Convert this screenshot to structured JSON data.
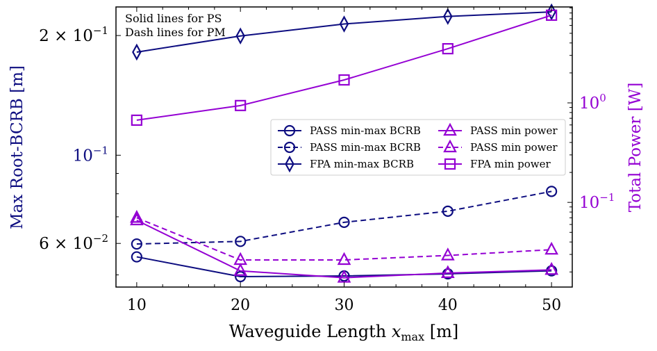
{
  "chart_data": {
    "type": "line",
    "notes": [
      "Solid lines for PS",
      "Dash lines for PM"
    ],
    "xlabel": "Waveguide Length x_max [m]",
    "xlabel_main": "Waveguide Length ",
    "xlabel_var": "x",
    "xlabel_sub": "max",
    "xlabel_unit": " [m]",
    "ylabel_left": "Max Root-BCRB [m]",
    "ylabel_right": "Total Power [W]",
    "x": [
      10,
      20,
      30,
      40,
      50
    ],
    "xlim": [
      8,
      52
    ],
    "ylim_left": [
      0.0466,
      0.236
    ],
    "ylim_right": [
      0.0141,
      9.2
    ],
    "yscale_left": "log",
    "yscale_right": "log",
    "xticks": [
      10,
      20,
      30,
      40,
      50
    ],
    "yticks_left": [
      {
        "value": 0.2,
        "base": "2 × 10",
        "exp": "−1"
      },
      {
        "value": 0.1,
        "base": "10",
        "exp": "−1"
      },
      {
        "value": 0.06,
        "base": "6 × 10",
        "exp": "−2"
      }
    ],
    "yticks_right": [
      {
        "value": 1.0,
        "base": "10",
        "exp": "0"
      },
      {
        "value": 0.1,
        "base": "10",
        "exp": "−1"
      }
    ],
    "colors": {
      "bcrb": "#0d0d80",
      "power": "#9400d3"
    },
    "series": [
      {
        "name": "PASS min-max BCRB",
        "axis": "left",
        "color_key": "bcrb",
        "marker": "circle",
        "dash": false,
        "values": [
          0.0555,
          0.0495,
          0.0497,
          0.0503,
          0.0512
        ]
      },
      {
        "name": "PASS min-max BCRB",
        "axis": "left",
        "color_key": "bcrb",
        "marker": "circle",
        "dash": true,
        "values": [
          0.0598,
          0.0607,
          0.0678,
          0.0723,
          0.0811
        ]
      },
      {
        "name": "FPA min-max BCRB",
        "axis": "left",
        "color_key": "bcrb",
        "marker": "diamond",
        "dash": false,
        "values": [
          0.1817,
          0.1995,
          0.2138,
          0.2234,
          0.2293
        ]
      },
      {
        "name": "PASS min power",
        "axis": "right",
        "color_key": "power",
        "marker": "triangle",
        "dash": false,
        "values": [
          0.066,
          0.0205,
          0.0175,
          0.0195,
          0.021
        ]
      },
      {
        "name": "PASS min power",
        "axis": "right",
        "color_key": "power",
        "marker": "triangle",
        "dash": true,
        "values": [
          0.07,
          0.0264,
          0.0264,
          0.0293,
          0.0335
        ]
      },
      {
        "name": "FPA min power",
        "axis": "right",
        "color_key": "power",
        "marker": "square",
        "dash": false,
        "values": [
          0.67,
          0.94,
          1.7,
          3.5,
          7.6
        ]
      }
    ],
    "legend_position": "center-right",
    "grid": false
  }
}
